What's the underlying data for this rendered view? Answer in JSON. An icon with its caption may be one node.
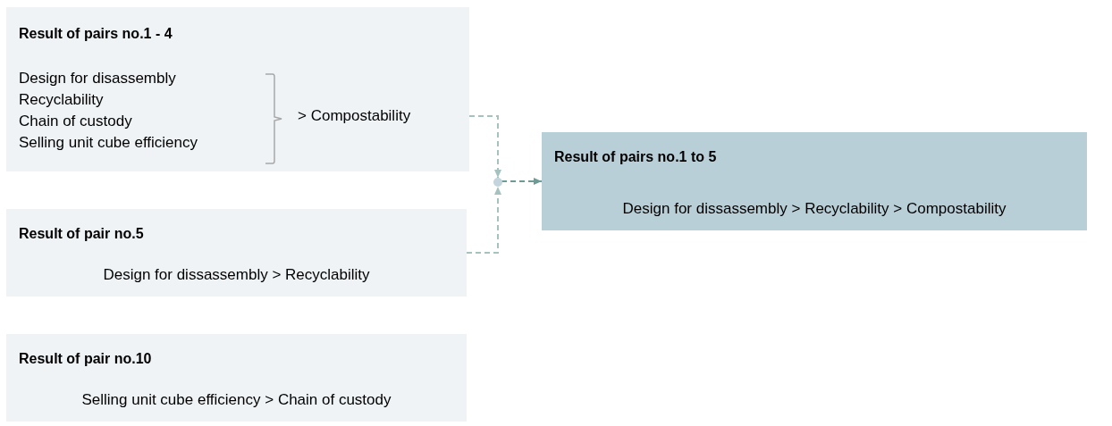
{
  "diagram": {
    "nodes": [
      {
        "text": [
          "Result of pairs no.1 - 4",
          "Design for disassembly",
          "Recyclability",
          "Chain of custody",
          "Selling unit cube efficiency",
          "> Compostability"
        ]
      },
      {
        "text": [
          "Result of pair no.5",
          "Design for dissassembly > Recyclability"
        ]
      },
      {
        "text": [
          "Result of pair no.10",
          "Selling unit cube efficiency > Chain of custody"
        ]
      },
      {
        "text": [],
        "shape": "circle"
      },
      {
        "text": [
          "Result of pairs no.1 to 5",
          "Design for dissassembly > Recyclability > Compostability"
        ]
      }
    ],
    "edges": [
      {
        "from": 0,
        "to": 3,
        "arrow": "to",
        "style": "dashed"
      },
      {
        "from": 1,
        "to": 3,
        "arrow": "to",
        "style": "dashed"
      },
      {
        "from": 3,
        "to": 4,
        "arrow": "to",
        "style": "dashed",
        "color": "#6f9b97"
      }
    ]
  }
}
